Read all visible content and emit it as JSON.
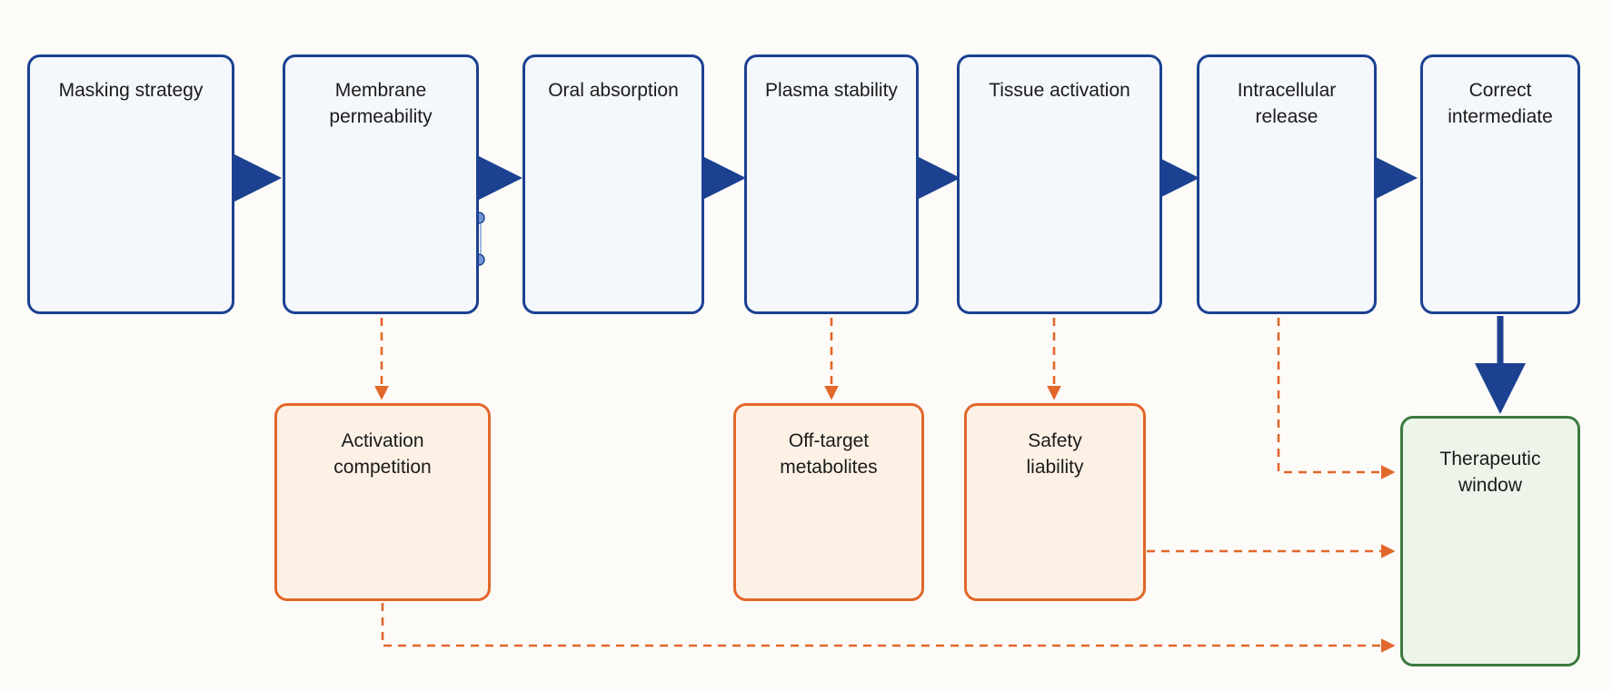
{
  "stages": [
    {
      "label": "Masking strategy"
    },
    {
      "label": "Membrane permeability"
    },
    {
      "label": "Oral absorption"
    },
    {
      "label": "Plasma stability"
    },
    {
      "label": "Tissue activation"
    },
    {
      "label": "Intracellular release"
    },
    {
      "label": "Correct intermediate"
    }
  ],
  "risks": [
    {
      "label": "Activation competition"
    },
    {
      "label": "Off-target metabolites"
    },
    {
      "label": "Safety liability"
    }
  ],
  "outcome": {
    "label": "Therapeutic window"
  },
  "colors": {
    "pipeline": "#1c4191",
    "risk": "#e2672b",
    "outcome": "#3c7a3f",
    "molecule": "#2f8a70",
    "bead": "#6f95d3"
  }
}
